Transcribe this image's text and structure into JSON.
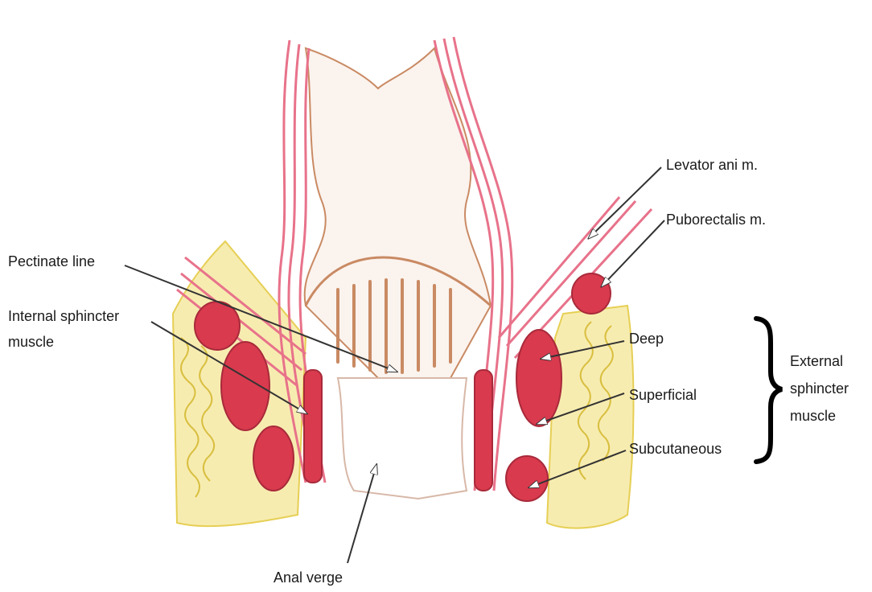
{
  "labels": {
    "levator_ani": "Levator ani m.",
    "puborectalis": "Puborectalis m.",
    "pectinate_line": "Pectinate line",
    "internal_sphincter_line1": "Internal sphincter",
    "internal_sphincter_line2": "muscle",
    "deep": "Deep",
    "superficial": "Superficial",
    "subcutaneous": "Subcutaneous",
    "external_line1": "External",
    "external_line2": "sphincter",
    "external_line3": "muscle",
    "anal_verge": "Anal verge"
  },
  "colors": {
    "muscle_pink": "#e8728a",
    "muscle_red": "#d93a4e",
    "mucosa_tan": "#c98a63",
    "fat_yellow": "#e6cf55",
    "leader_line": "#333333",
    "background": "#ffffff"
  }
}
